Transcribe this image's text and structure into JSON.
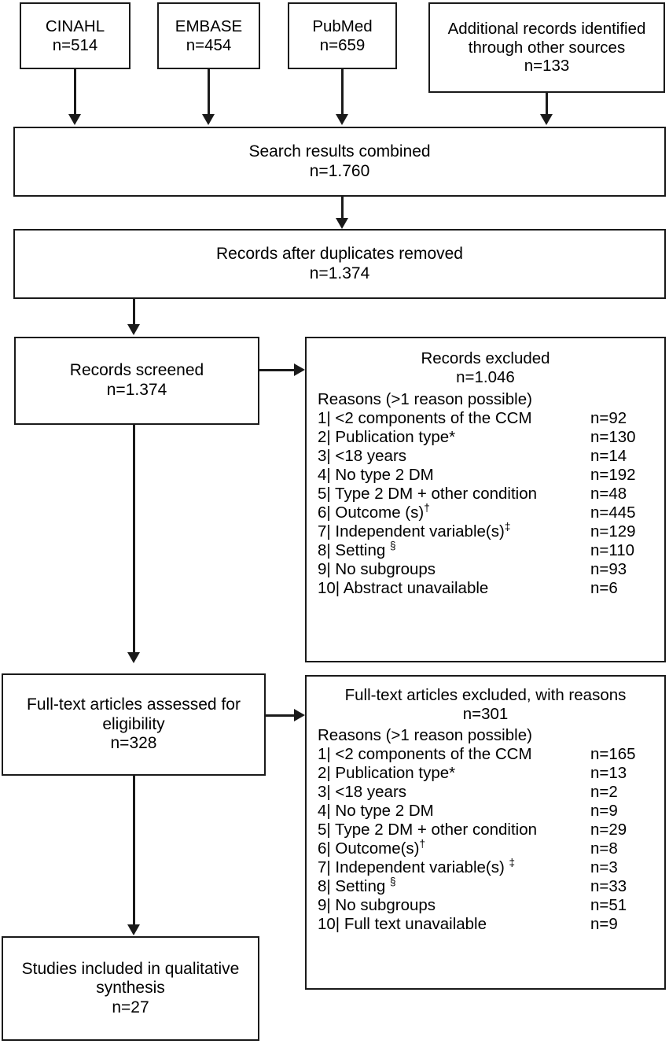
{
  "diagram": {
    "title": "PRISMA study selection flow diagram",
    "colors": {
      "stroke": "#1a1a1a",
      "background": "#ffffff"
    }
  },
  "sources": [
    {
      "name": "CINAHL",
      "count": "n=514"
    },
    {
      "name": "EMBASE",
      "count": "n=454"
    },
    {
      "name": "PubMed",
      "count": "n=659"
    }
  ],
  "additional_sources": {
    "line1": "Additional records identified",
    "line2": "through other sources",
    "count": "n=133"
  },
  "combined": {
    "label": "Search results combined",
    "count": "n=1.760"
  },
  "deduplicated": {
    "label": "Records after duplicates removed",
    "count": "n=1.374"
  },
  "screened": {
    "label": "Records screened",
    "count": "n=1.374"
  },
  "records_excluded": {
    "label": "Records excluded",
    "count": "n=1.046",
    "reasons_lead": "Reasons (>1 reason possible)",
    "reasons": [
      {
        "index": "1|",
        "text": "<2 components of the CCM",
        "sup": "",
        "n": "n=92"
      },
      {
        "index": "2|",
        "text": "Publication type*",
        "sup": "",
        "n": "n=130"
      },
      {
        "index": "3|",
        "text": "<18 years",
        "sup": "",
        "n": "n=14"
      },
      {
        "index": "4|",
        "text": "No type 2 DM",
        "sup": "",
        "n": "n=192"
      },
      {
        "index": "5|",
        "text": "Type 2 DM + other condition",
        "sup": "",
        "n": "n=48"
      },
      {
        "index": "6|",
        "text": "Outcome (s)",
        "sup": "†",
        "n": "n=445"
      },
      {
        "index": "7|",
        "text": "Independent variable(s)",
        "sup": "‡",
        "n": "n=129"
      },
      {
        "index": "8|",
        "text": "Setting ",
        "sup": "§",
        "n": "n=110"
      },
      {
        "index": "9|",
        "text": "No subgroups",
        "sup": "",
        "n": "n=93"
      },
      {
        "index": "10|",
        "text": "Abstract unavailable",
        "sup": "",
        "n": "n=6"
      }
    ]
  },
  "fulltext_assessed": {
    "line1": "Full-text articles assessed for",
    "line2": "eligibility",
    "count": "n=328"
  },
  "fulltext_excluded": {
    "label": "Full-text articles excluded, with reasons",
    "count": "n=301",
    "reasons_lead": "Reasons (>1 reason possible)",
    "reasons": [
      {
        "index": "1|",
        "text": "<2 components of the CCM",
        "sup": "",
        "n": "n=165"
      },
      {
        "index": "2|",
        "text": "Publication type*",
        "sup": "",
        "n": "n=13"
      },
      {
        "index": "3|",
        "text": "<18 years",
        "sup": "",
        "n": "n=2"
      },
      {
        "index": "4|",
        "text": "No type 2 DM",
        "sup": "",
        "n": "n=9"
      },
      {
        "index": "5|",
        "text": "Type 2 DM + other condition",
        "sup": "",
        "n": "n=29"
      },
      {
        "index": "6|",
        "text": "Outcome(s)",
        "sup": "†",
        "n": "n=8"
      },
      {
        "index": "7|",
        "text": "Independent variable(s) ",
        "sup": "‡",
        "n": "n=3"
      },
      {
        "index": "8|",
        "text": "Setting ",
        "sup": "§",
        "n": "n=33"
      },
      {
        "index": "9|",
        "text": "No subgroups",
        "sup": "",
        "n": "n=51"
      },
      {
        "index": "10|",
        "text": "Full text unavailable",
        "sup": "",
        "n": "n=9"
      }
    ]
  },
  "included": {
    "line1": "Studies included in qualitative",
    "line2": "synthesis",
    "count": "n=27"
  }
}
